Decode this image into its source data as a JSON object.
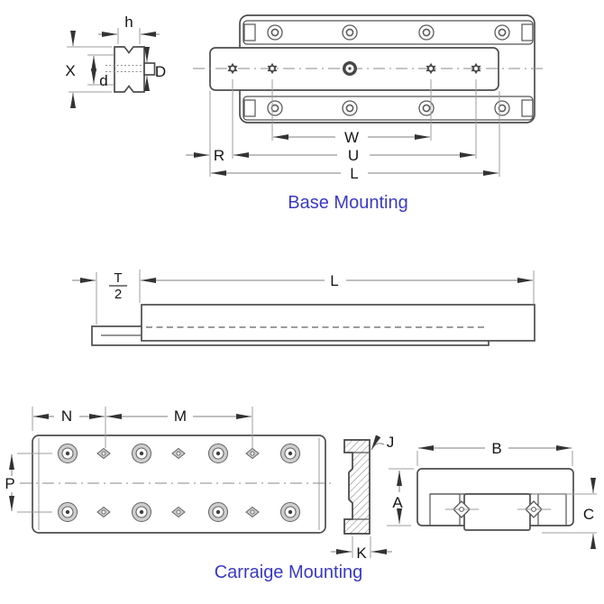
{
  "captions": {
    "base": "Base Mounting",
    "carriage": "Carraige Mounting"
  },
  "wheel_section": {
    "h": "h",
    "X": "X",
    "d": "d",
    "D": "D"
  },
  "base_view": {
    "W": "W",
    "U": "U",
    "L": "L",
    "R": "R"
  },
  "side_view": {
    "T_num": "T",
    "T_den": "2",
    "L": "L"
  },
  "carriage_plate": {
    "N": "N",
    "M": "M",
    "P": "P"
  },
  "section_view": {
    "J": "J",
    "K": "K"
  },
  "end_view": {
    "A": "A",
    "B": "B",
    "C": "C"
  },
  "colors": {
    "caption_blue": "#3a3ac2",
    "outline_gray": "#4d4d4d",
    "dim_gray": "#7f7f7f",
    "hatch_gray": "#7d7d7d",
    "counterbore_fill": "#cdcdcd"
  }
}
